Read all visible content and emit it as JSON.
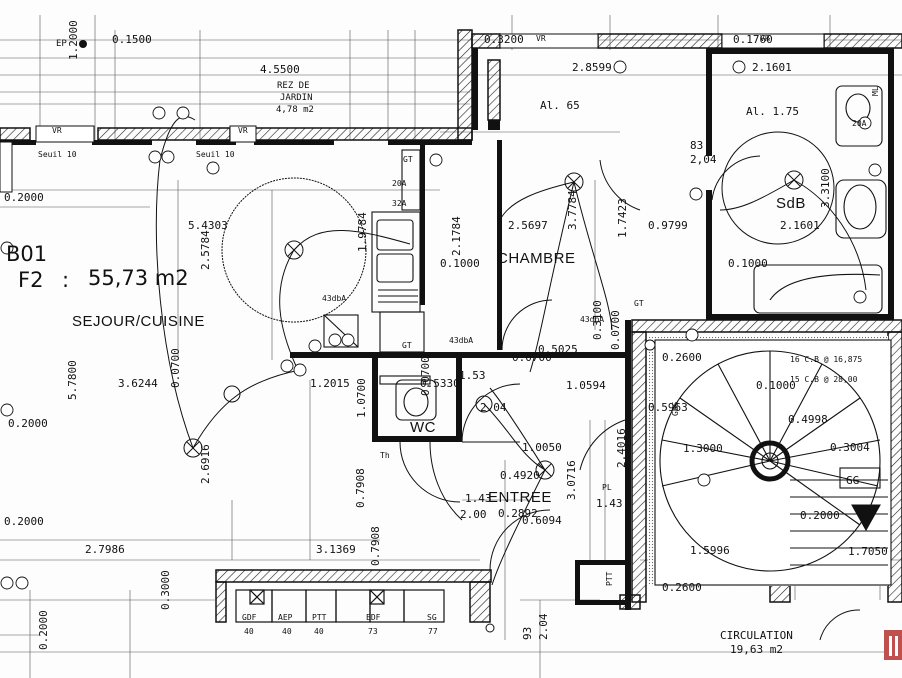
{
  "unit": {
    "code": "B01",
    "type": "F2",
    "area_sep": ":",
    "area": "55,73 m2"
  },
  "rooms": {
    "garden": "REZ DE",
    "garden2": "JARDIN",
    "garden_area": "4,78 m2",
    "living": "SEJOUR/CUISINE",
    "bedroom": "CHAMBRE",
    "bathroom": "SdB",
    "wc": "WC",
    "entrance": "ENTREE",
    "circulation": "CIRCULATION",
    "circulation_area": "19,63 m2"
  },
  "dimensions": {
    "d1": "0.1500",
    "d2": "4.5500",
    "d3": "1.2000",
    "d4": "0.3200",
    "d5": "2.8599",
    "d6": "0.1760",
    "d7": "2.1601",
    "d8": "0.2000",
    "d9": "5.4303",
    "d10": "2.5784",
    "d11": "1.9784",
    "d12": "2.1784",
    "d13": "0.1000",
    "d14": "2.5697",
    "d15": "3.7784",
    "d16": "1.7423",
    "d17": "0.9799",
    "d18": "2.1601",
    "d19": "3.3100",
    "d20": "0.1000",
    "d21": "5.7800",
    "d22": "3.6244",
    "d23": "0.0700",
    "d24": "1.2015",
    "d25": "1.0700",
    "d26": "0.5330",
    "d27": "1.53",
    "d28": "2.04",
    "d29": "0.0700",
    "d30": "0.5025",
    "d31": "1.0594",
    "d32": "0.2000",
    "d33": "2.6916",
    "d34": "0.7908",
    "d35": "1.0050",
    "d36": "0.4920",
    "d37": "3.0716",
    "d38": "1.43",
    "d39": "1.43",
    "d40": "0.2892",
    "d41": "0.6094",
    "d42": "2.4016",
    "d43": "0.2000",
    "d44": "2.7986",
    "d45": "3.1369",
    "d46": "0.7908",
    "d47": "0.2600",
    "d48": "1.3000",
    "d49": "1.5996",
    "d50": "0.2600",
    "d51": "0.2000",
    "d52": "1.7050",
    "d53": "0.4998",
    "d54": "0.3004",
    "d55": "0.1000",
    "d56": "0.3000",
    "d57": "0.2000",
    "d58": "2.00",
    "d59": "0.0700",
    "d60": "0.5963",
    "d61": "93",
    "d62": "2.04",
    "d63": "0.0700",
    "d64": "83",
    "d65": "2,04",
    "d66": "0.3100"
  },
  "electrical": {
    "ep": "EP",
    "vr": "VR",
    "vr2": "VR",
    "vr3": "VR",
    "vr4": "VR",
    "seuil1": "Seuil 10",
    "seuil2": "Seuil 10",
    "al65": "Al. 65",
    "al175": "Al. 1.75",
    "a20_1": "20A",
    "a32": "32A",
    "a20_2": "20A",
    "db1": "43dbA",
    "db2": "43dbA",
    "db3": "43dbA",
    "gt1": "GT",
    "gt2": "GT",
    "gt3": "GT",
    "pl": "PL",
    "ptt_box": "PTT",
    "gg": "GG",
    "gbs": "GBS",
    "th": "Th",
    "ml": "ML",
    "stairs_note": "16 C.B @ 16,875",
    "stairs_note2": "15 C.B @ 28,00"
  },
  "gaine": {
    "gdf": "GDF",
    "gdf_v": "40",
    "aep": "AEP",
    "aep_v": "40",
    "ptt": "PTT",
    "ptt_v": "40",
    "edf": "EDF",
    "edf_v": "73",
    "sg": "SG",
    "sg_v": "77"
  }
}
